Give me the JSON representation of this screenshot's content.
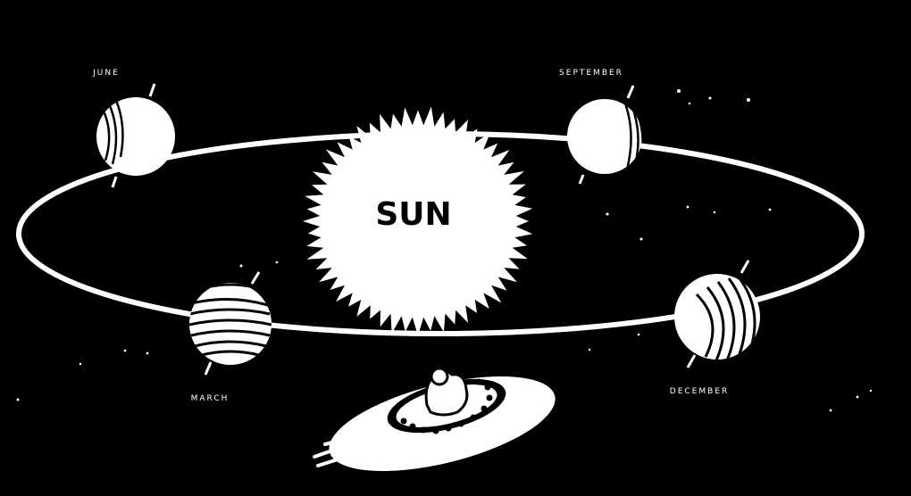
{
  "diagram": {
    "center_label": "SUN",
    "positions": [
      {
        "id": "june",
        "label": "JUNE"
      },
      {
        "id": "september",
        "label": "SEPTEMBER"
      },
      {
        "id": "march",
        "label": "MARCH"
      },
      {
        "id": "december",
        "label": "DECEMBER"
      }
    ]
  },
  "colors": {
    "background": "#000000",
    "foreground": "#ffffff"
  }
}
